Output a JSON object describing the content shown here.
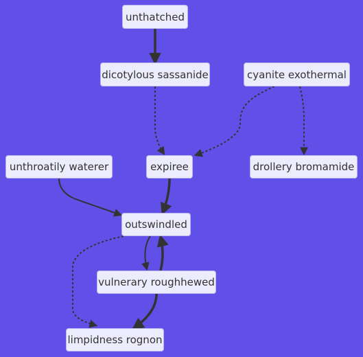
{
  "colors": {
    "background": "#6050e8",
    "node_fill": "#ececfd",
    "edge": "#333333"
  },
  "nodes": {
    "unthatched": "unthatched",
    "dicotylous_sassanide": "dicotylous sassanide",
    "cyanite_exothermal": "cyanite exothermal",
    "unthroatily_waterer": "unthroatily waterer",
    "expiree": "expiree",
    "drollery_bromamide": "drollery bromamide",
    "outswindled": "outswindled",
    "vulnerary_roughhewed": "vulnerary roughhewed",
    "limpidness_rognon": "limpidness rognon"
  },
  "edges": [
    {
      "from": "unthatched",
      "to": "dicotylous sassanide",
      "style": "thick"
    },
    {
      "from": "dicotylous sassanide",
      "to": "expiree",
      "style": "dotted"
    },
    {
      "from": "cyanite exothermal",
      "to": "expiree",
      "style": "dotted"
    },
    {
      "from": "cyanite exothermal",
      "to": "drollery bromamide",
      "style": "dotted"
    },
    {
      "from": "unthroatily waterer",
      "to": "outswindled",
      "style": "normal"
    },
    {
      "from": "expiree",
      "to": "outswindled",
      "style": "thick"
    },
    {
      "from": "outswindled",
      "to": "vulnerary roughhewed",
      "style": "normal"
    },
    {
      "from": "vulnerary roughhewed",
      "to": "outswindled",
      "style": "thick"
    },
    {
      "from": "outswindled",
      "to": "limpidness rognon",
      "style": "dotted"
    },
    {
      "from": "vulnerary roughhewed",
      "to": "limpidness rognon",
      "style": "thick"
    }
  ]
}
